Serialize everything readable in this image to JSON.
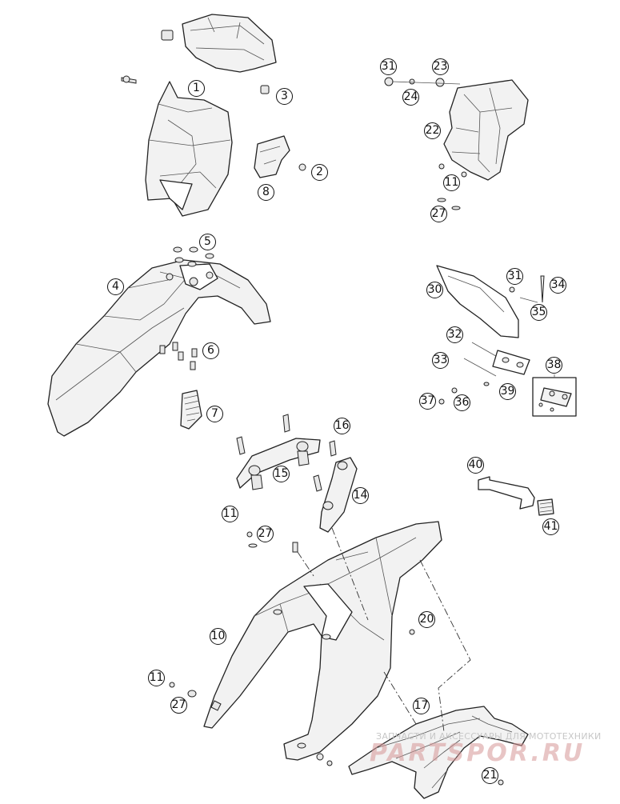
{
  "callouts": [
    {
      "id": "c1",
      "label": "1"
    },
    {
      "id": "c2",
      "label": "2"
    },
    {
      "id": "c3",
      "label": "3"
    },
    {
      "id": "c4",
      "label": "4"
    },
    {
      "id": "c5",
      "label": "5"
    },
    {
      "id": "c6",
      "label": "6"
    },
    {
      "id": "c7",
      "label": "7"
    },
    {
      "id": "c8",
      "label": "8"
    },
    {
      "id": "c10",
      "label": "10"
    },
    {
      "id": "c11a",
      "label": "11"
    },
    {
      "id": "c11b",
      "label": "11"
    },
    {
      "id": "c11c",
      "label": "11"
    },
    {
      "id": "c14",
      "label": "14"
    },
    {
      "id": "c15",
      "label": "15"
    },
    {
      "id": "c16",
      "label": "16"
    },
    {
      "id": "c17",
      "label": "17"
    },
    {
      "id": "c20",
      "label": "20"
    },
    {
      "id": "c21",
      "label": "21"
    },
    {
      "id": "c22",
      "label": "22"
    },
    {
      "id": "c23",
      "label": "23"
    },
    {
      "id": "c24",
      "label": "24"
    },
    {
      "id": "c27a",
      "label": "27"
    },
    {
      "id": "c27b",
      "label": "27"
    },
    {
      "id": "c27c",
      "label": "27"
    },
    {
      "id": "c30",
      "label": "30"
    },
    {
      "id": "c31a",
      "label": "31"
    },
    {
      "id": "c31b",
      "label": "31"
    },
    {
      "id": "c32",
      "label": "32"
    },
    {
      "id": "c33",
      "label": "33"
    },
    {
      "id": "c34",
      "label": "34"
    },
    {
      "id": "c35",
      "label": "35"
    },
    {
      "id": "c36",
      "label": "36"
    },
    {
      "id": "c37",
      "label": "37"
    },
    {
      "id": "c38",
      "label": "38"
    },
    {
      "id": "c39",
      "label": "39"
    },
    {
      "id": "c40",
      "label": "40"
    },
    {
      "id": "c41",
      "label": "41"
    }
  ],
  "watermark": {
    "top_text": "ЗАПЧАСТИ И АКСЕССУАРЫ ДЛЯ МОТОТЕХНИКИ",
    "brand_text": "PARTSPOR.RU"
  }
}
